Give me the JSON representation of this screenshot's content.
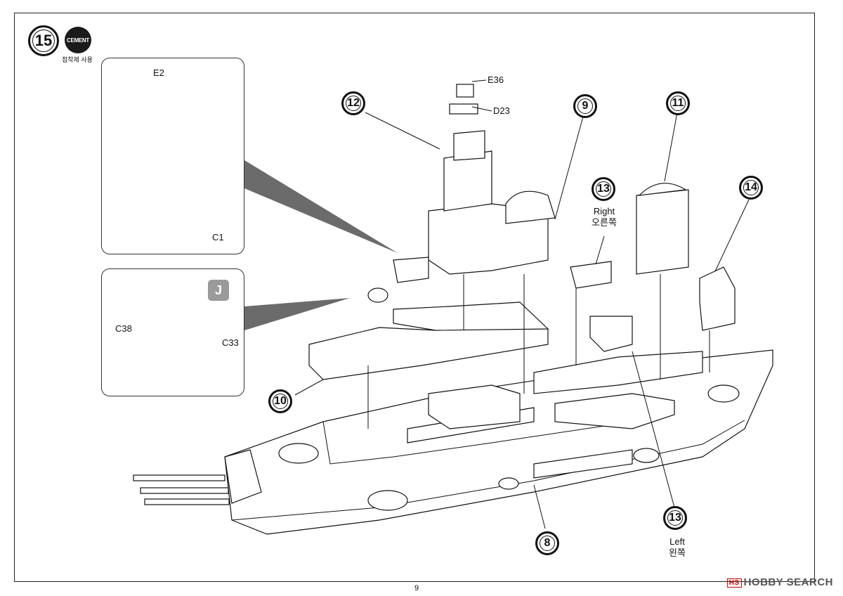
{
  "step": {
    "number": "15",
    "cement_label": "CEMENT",
    "cement_caption": "접착제 사용"
  },
  "inset_top": {
    "label_e2": "E2",
    "label_c1": "C1"
  },
  "inset_bottom": {
    "label_c38": "C38",
    "label_c33": "C33",
    "badge": "J"
  },
  "parts": {
    "e36": "E36",
    "d23": "D23"
  },
  "callouts": {
    "c12": "12",
    "c9": "9",
    "c11": "11",
    "c13_right": "13",
    "c14": "14",
    "c10": "10",
    "c8": "8",
    "c13_left": "13"
  },
  "sides": {
    "right_en": "Right",
    "right_ko": "오른쪽",
    "left_en": "Left",
    "left_ko": "왼쪽"
  },
  "page_number": "9",
  "watermark": {
    "mark": "HS",
    "text": "HOBBY SEARCH"
  }
}
